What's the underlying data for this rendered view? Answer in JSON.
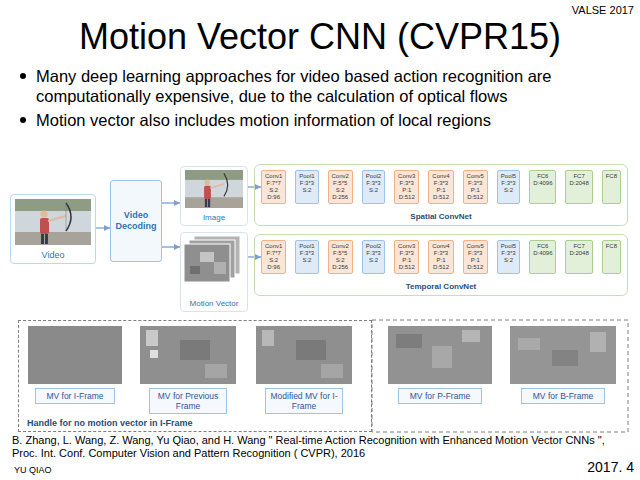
{
  "diagram": {
    "title": "Motion Vector CNN (CVPR15)",
    "nodes": [
      {
        "text": [
          "Video"
        ]
      },
      {
        "text": [
          "Video Decoding"
        ]
      },
      {
        "text": [
          "Image"
        ]
      },
      {
        "text": [
          "Spatial ConvNet"
        ]
      },
      {
        "text": [
          "Conv1 F:7*7 S:2 D:96"
        ],
        "in": 3
      },
      {
        "text": [
          "Pool1 F:3*3 S:2"
        ],
        "in": 3
      },
      {
        "text": [
          "Conv2 F:5*5 S:2 D:256"
        ],
        "in": 3
      },
      {
        "text": [
          "Pool2 F:3*3 S:2"
        ],
        "in": 3
      },
      {
        "text": [
          "Conv3 F:3*3 P:1 D:512"
        ],
        "in": 3
      },
      {
        "text": [
          "Conv4 F:3*3 P:1 D:512"
        ],
        "in": 3
      },
      {
        "text": [
          "Conv5 F:3*3 P:1 D:512"
        ],
        "in": 3
      },
      {
        "text": [
          "Pool5 F:3*3 S:2"
        ],
        "in": 3
      },
      {
        "text": [
          "FC6 D:4096"
        ],
        "in": 3
      },
      {
        "text": [
          "FC7 D:2048"
        ],
        "in": 3
      },
      {
        "text": [
          "FC8"
        ],
        "in": 3
      },
      {
        "text": [
          "Motion Vector"
        ]
      },
      {
        "text": [
          "Temporal ConvNet"
        ]
      },
      {
        "text": [
          "Conv1 F:7*7 S:2 D:96"
        ],
        "in": 16
      },
      {
        "text": [
          "Pool1 F:3*3 S:2"
        ],
        "in": 16
      },
      {
        "text": [
          "Conv2 F:5*5 S:2 D:256"
        ],
        "in": 16
      },
      {
        "text": [
          "Pool2 F:3*3 S:2"
        ],
        "in": 16
      },
      {
        "text": [
          "Conv3 F:3*3 P:1 D:512"
        ],
        "in": 16
      },
      {
        "text": [
          "Conv4 F:3*3 P:1 D:512"
        ],
        "in": 16
      },
      {
        "text": [
          "Conv5 F:3*3 P:1 D:512"
        ],
        "in": 16
      },
      {
        "text": [
          "Pool5 F:3*3 S:2"
        ],
        "in": 16
      },
      {
        "text": [
          "FC6 D:4096"
        ],
        "in": 16
      },
      {
        "text": [
          "FC7 D:2048"
        ],
        "in": 16
      },
      {
        "text": [
          "FC8"
        ],
        "in": 16
      },
      {
        "text": [
          "Handle for no motion vector in I-Frame"
        ]
      },
      {
        "text": [
          "MV for I-Frame"
        ],
        "in": 28
      },
      {
        "text": [
          "MV for Previous Frame"
        ],
        "in": 28
      },
      {
        "text": [
          "Modified MV for I-Frame"
        ],
        "in": 28
      },
      {
        "text": [
          "MV for P-Frame"
        ]
      },
      {
        "text": [
          "MV for B-Frame"
        ]
      }
    ],
    "edges": [
      {
        "from": 0,
        "to": 1,
        "arrow": "to"
      },
      {
        "from": 1,
        "to": 2,
        "arrow": "to"
      },
      {
        "from": 1,
        "to": 15,
        "arrow": "to"
      },
      {
        "from": 2,
        "to": 4,
        "arrow": "to"
      },
      {
        "from": 15,
        "to": 17,
        "arrow": "to"
      }
    ],
    "labels": [
      "VALSE 2017",
      "Many deep learning approaches for video based action recognition are computationally expensive, due to the calculation of optical flows",
      "Motion vector also includes motion information of local regions",
      "B. Zhang, L. Wang, Z. Wang, Yu Qiao, and H. Wang \" Real-time Action Recognition with Enhanced Motion Vector CNNs \", Proc. Int. Conf. Computer Vision and Pattern Recognition ( CVPR), 2016",
      "YU QIAO",
      "2017. 4"
    ]
  }
}
